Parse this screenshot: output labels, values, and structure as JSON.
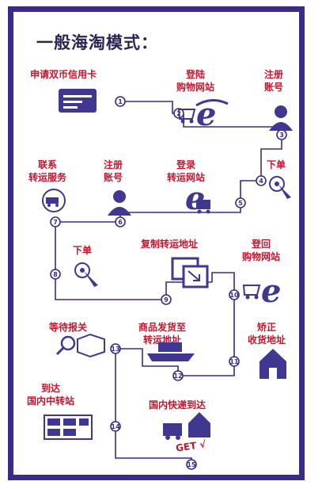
{
  "title": "一般海淘模式：",
  "steps": {
    "s1": [
      "申请双币信用卡"
    ],
    "s2": [
      "登陆",
      "购物网站"
    ],
    "s3": [
      "注册",
      "账号"
    ],
    "s4": [
      "下单"
    ],
    "s5": [
      "登录",
      "转运网站"
    ],
    "s6": [
      "注册",
      "账号"
    ],
    "s7": [
      "联系",
      "转运服务"
    ],
    "s8": [
      "下单"
    ],
    "s9": [
      "复制转运地址"
    ],
    "s10": [
      "登回",
      "购物网站"
    ],
    "s11": [
      "矫正",
      "收货地址"
    ],
    "s12": [
      "商品发货至",
      "转运地址"
    ],
    "s13": [
      "等待报关"
    ],
    "s14": [
      "到达",
      "国内中转站"
    ],
    "s15": [
      "国内快递到达"
    ]
  },
  "get_text": "GET √",
  "numbers": [
    "1",
    "2",
    "3",
    "4",
    "5",
    "6",
    "7",
    "8",
    "9",
    "10",
    "11",
    "12",
    "13",
    "14",
    "15"
  ],
  "colors": {
    "frame": "#3b2a86",
    "label": "#c5162e",
    "icon": "#3f3790",
    "line": "#3b2a86"
  }
}
